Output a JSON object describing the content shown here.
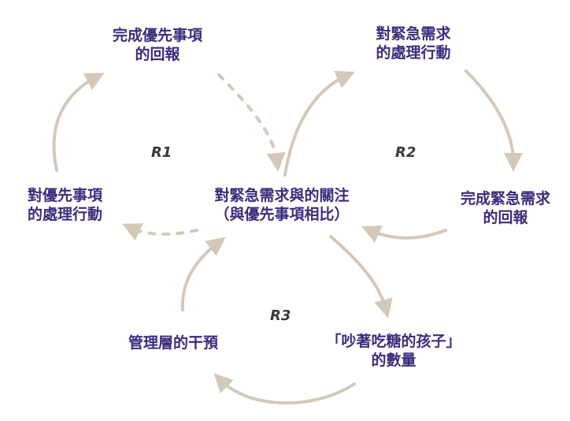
{
  "colors": {
    "node_text": "#3b2c7e",
    "arrow": "#d5c8b8",
    "loop_label": "#3a3a3a"
  },
  "nodes": {
    "priority_reward": {
      "line1": "完成優先事項",
      "line2": "的回報"
    },
    "urgent_action": {
      "line1": "對緊急需求",
      "line2": "的處理行動"
    },
    "priority_action": {
      "line1": "對優先事項",
      "line2": "的處理行動"
    },
    "urgent_attention": {
      "line1": "對緊急需求與的關注",
      "line2": "（與優先事項相比）"
    },
    "urgent_reward": {
      "line1": "完成緊急需求",
      "line2": "的回報"
    },
    "management": {
      "line1": "管理層的干預"
    },
    "squeaky_wheels": {
      "line1": "「吵著吃糖的孩子」",
      "line2": "的數量"
    }
  },
  "loops": {
    "r1": "R1",
    "r2": "R2",
    "r3": "R3"
  }
}
